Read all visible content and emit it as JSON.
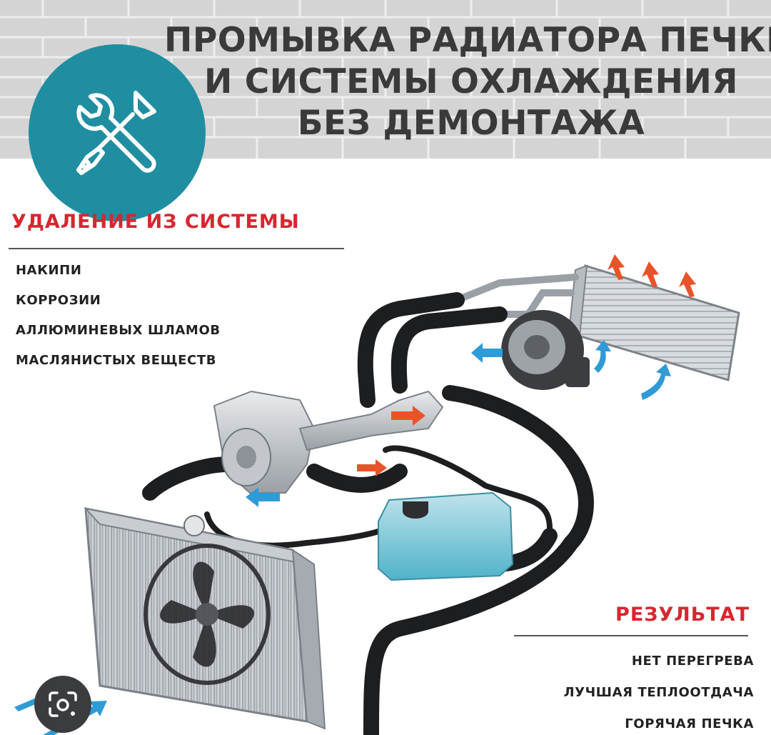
{
  "title": {
    "line1": "ПРОМЫВКА РАДИАТОРА ПЕЧКИ",
    "line2": "И СИСТЕМЫ ОХЛАЖДЕНИЯ",
    "line3": "БЕЗ ДЕМОНТАЖА"
  },
  "removal": {
    "heading": "УДАЛЕНИЕ ИЗ СИСТЕМЫ",
    "items": [
      "НАКИПИ",
      "КОРРОЗИИ",
      "АЛЛЮМИНЕВЫХ ШЛАМОВ",
      "МАСЛЯНИСТЫХ ВЕЩЕСТВ"
    ]
  },
  "result": {
    "heading": "РЕЗУЛЬТАТ",
    "items": [
      "НЕТ ПЕРЕГРЕВА",
      "ЛУЧШАЯ ТЕПЛООТДАЧА",
      "ГОРЯЧАЯ ПЕЧКА"
    ]
  },
  "icons": {
    "badge": "wrench-screwdriver-icon",
    "lens": "google-lens-icon"
  },
  "colors": {
    "accent_red": "#d8262f",
    "badge_teal": "#1f8ea0",
    "coolant_blue": "#4fb3c9",
    "hot_arrow": "#e8542a",
    "cold_arrow": "#2f9bd6"
  }
}
